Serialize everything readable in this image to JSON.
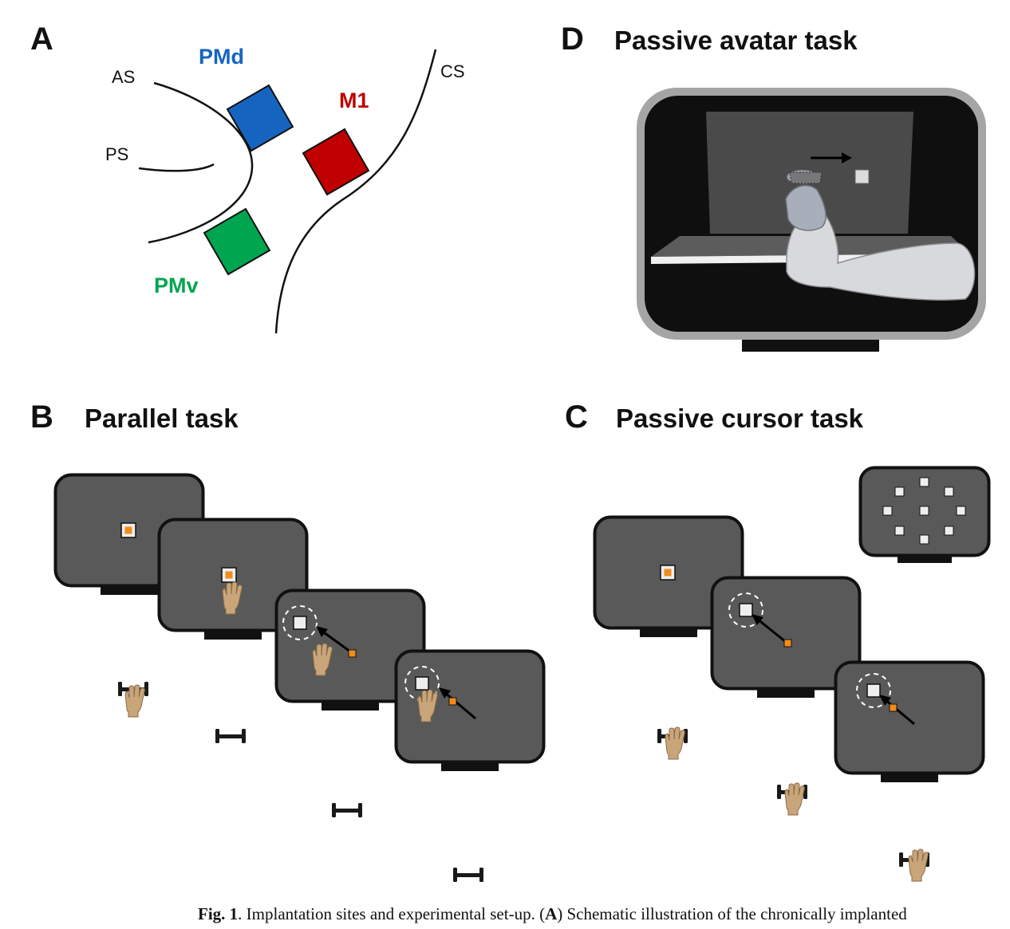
{
  "panels": {
    "a": {
      "letter": "A",
      "sulci": {
        "as": "AS",
        "ps": "PS",
        "cs": "CS"
      },
      "areas": [
        {
          "label": "PMd",
          "color": "#1565c0"
        },
        {
          "label": "M1",
          "color": "#c00000"
        },
        {
          "label": "PMv",
          "color": "#00a550"
        }
      ]
    },
    "b": {
      "letter": "B",
      "title": "Parallel task"
    },
    "c": {
      "letter": "C",
      "title": "Passive cursor task"
    },
    "d": {
      "letter": "D",
      "title": "Passive avatar task"
    }
  },
  "colors": {
    "screen": "#595959",
    "cursor": "#f28c1a",
    "target": "#eeeeee",
    "skin": "#c9a57a"
  },
  "caption": {
    "label": "Fig. 1",
    "text": ".  Implantation sites and experimental set-up. (",
    "panel_ref": "A",
    "rest": ") Schematic illustration of the chronically implanted"
  }
}
